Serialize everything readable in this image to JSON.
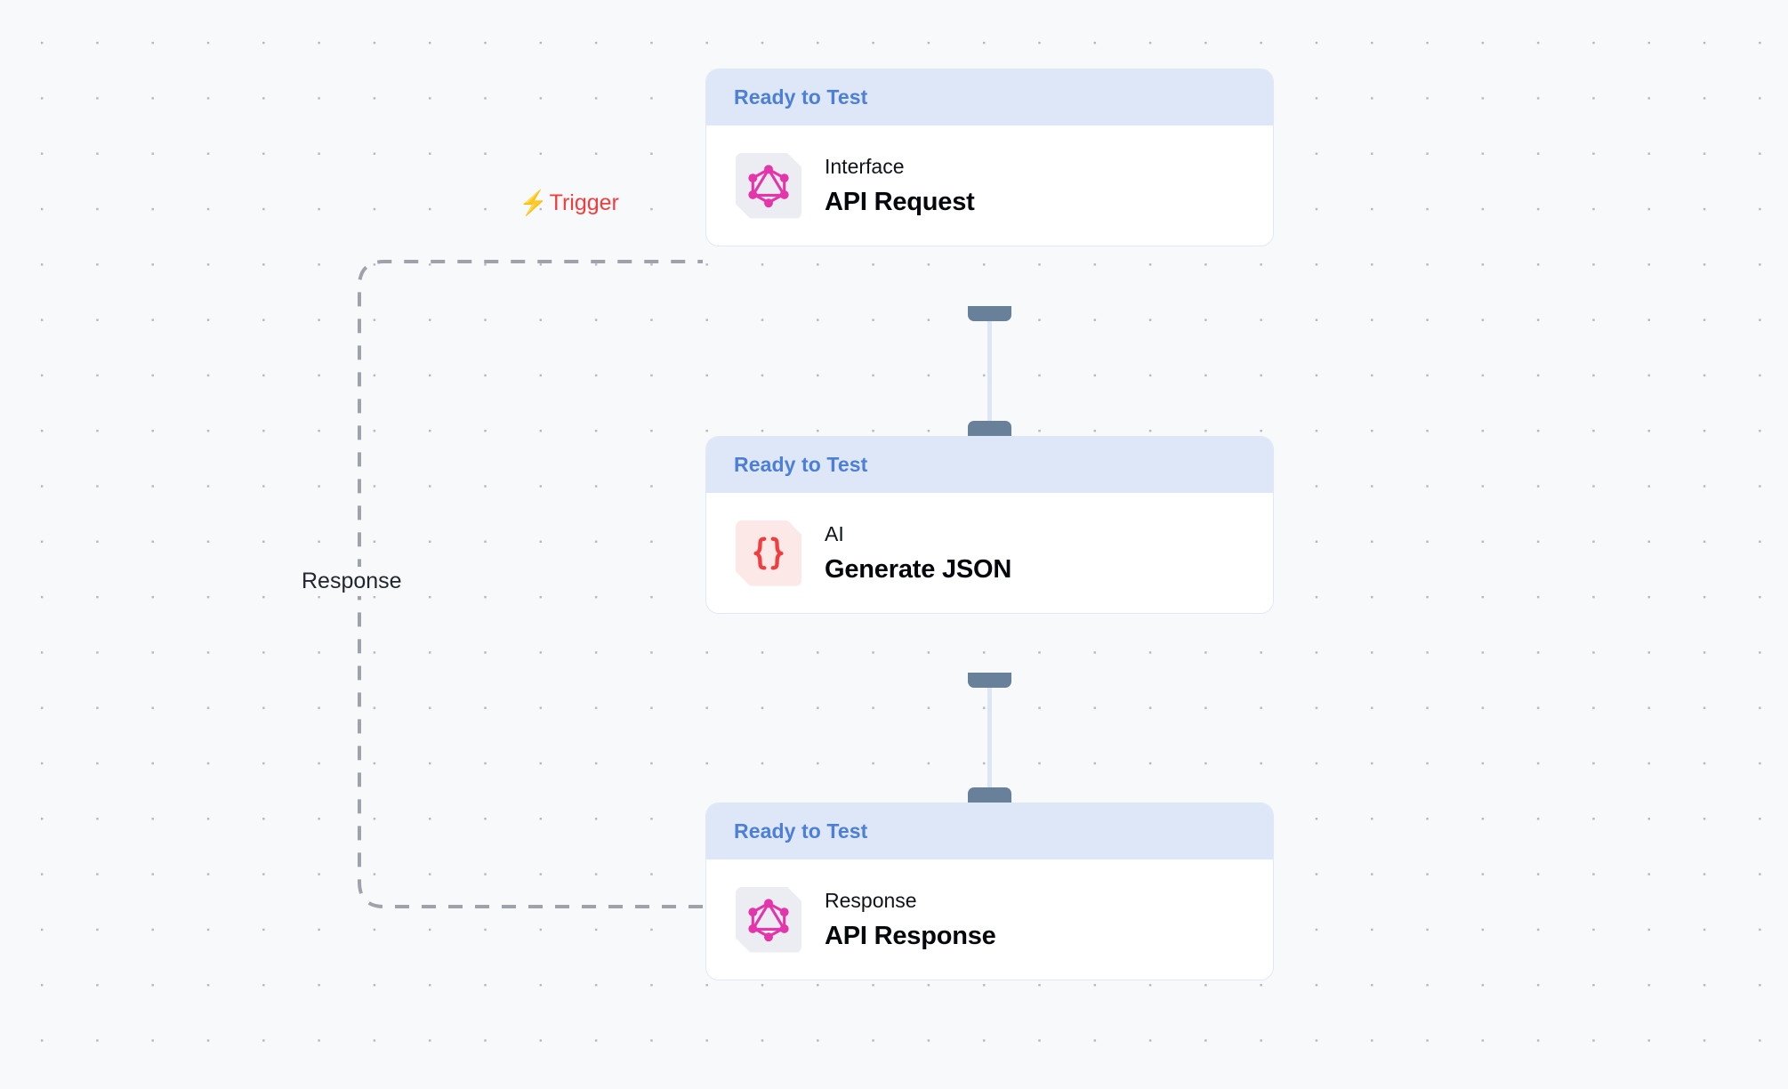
{
  "canvas": {
    "background_color": "#f8f9fb",
    "dot_color": "#b6bac4",
    "grid_spacing": 62
  },
  "nodes": [
    {
      "id": "api-request",
      "status": "Ready to Test",
      "kind": "Interface",
      "title": "API Request",
      "icon": "graphql-icon",
      "icon_color": "#e535ab",
      "icon_tile_color": "#ecedf2"
    },
    {
      "id": "generate-json",
      "status": "Ready to Test",
      "kind": "AI",
      "title": "Generate JSON",
      "icon": "json-braces-icon",
      "icon_color": "#f03e3e",
      "icon_tile_color": "#fde8e8"
    },
    {
      "id": "api-response",
      "status": "Ready to Test",
      "kind": "Response",
      "title": "API Response",
      "icon": "graphql-icon",
      "icon_color": "#e535ab",
      "icon_tile_color": "#ecedf2"
    }
  ],
  "edges": {
    "trigger": {
      "label": "Trigger",
      "icon": "lightning-bolt-icon",
      "color": "#f03e3e",
      "style": "dashed"
    },
    "response": {
      "label": "Response",
      "color": "#22262e",
      "style": "dashed"
    },
    "connector_color": "#dce6f5",
    "handle_color": "#68809a"
  },
  "theme": {
    "header_bg": "#dde7f7",
    "header_text": "#4d7fd6",
    "card_bg": "#ffffff",
    "card_border": "#dfe8f6",
    "title_text": "#05070c"
  }
}
